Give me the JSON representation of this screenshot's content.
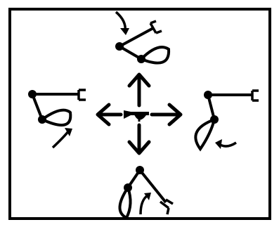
{
  "colors": {
    "ink": "#000000",
    "paper": "#ffffff"
  },
  "figure": {
    "center_symbol": "excavator-bucket-symbol",
    "directions": [
      "up",
      "down",
      "left",
      "right"
    ],
    "arm_icons": [
      "arm-up-curl-icon",
      "arm-left-curl-icon",
      "arm-right-curl-icon",
      "arm-down-curl-icon"
    ],
    "motion_icon": "curved-arrow-icon"
  }
}
